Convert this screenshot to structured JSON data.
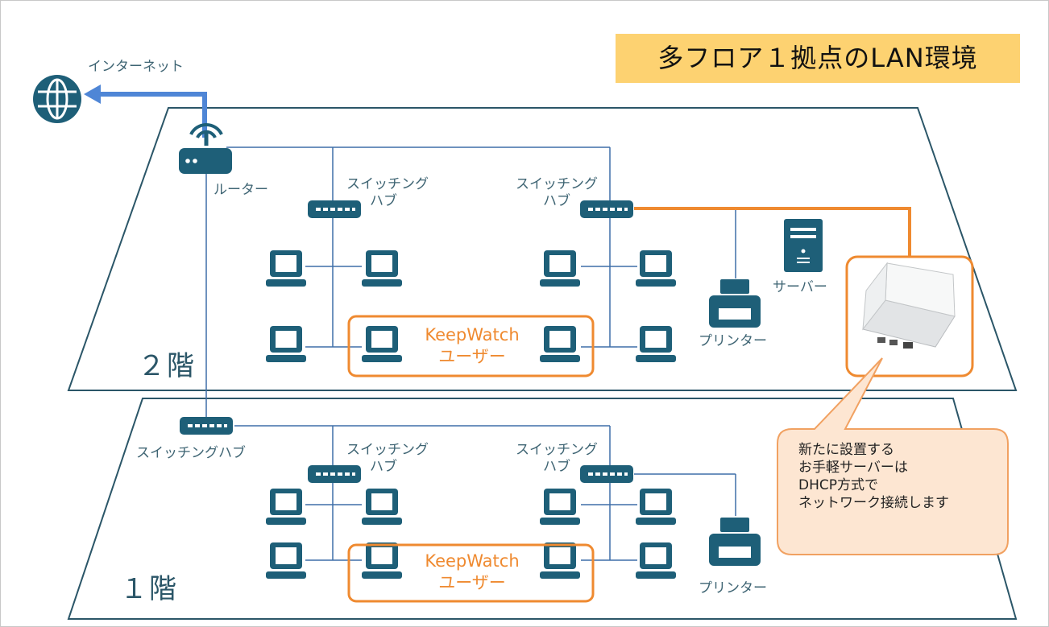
{
  "title": "多フロア１拠点のLAN環境",
  "internet": {
    "label": "インターネット",
    "icon": "globe-icon"
  },
  "floor2": {
    "label": "２階",
    "router_label": "ルーター",
    "hub_left_label": [
      "スイッチング",
      "ハブ"
    ],
    "hub_right_label": [
      "スイッチング",
      "ハブ"
    ],
    "printer_label": "プリンター",
    "server_label": "サーバー",
    "keepwatch_label": [
      "KeepWatch",
      "ユーザー"
    ]
  },
  "floor1": {
    "label": "１階",
    "main_hub_label": "スイッチングハブ",
    "hub_left_label": [
      "スイッチング",
      "ハブ"
    ],
    "hub_right_label": [
      "スイッチング",
      "ハブ"
    ],
    "printer_label": "プリンター",
    "keepwatch_label": [
      "KeepWatch",
      "ユーザー"
    ]
  },
  "callout": {
    "lines": [
      "新たに設置する",
      "お手軽サーバーは",
      "DHCP方式で",
      "ネットワーク接続します"
    ]
  },
  "colors": {
    "device": "#1e5f78",
    "line": "#3f6fa8",
    "internet_link": "#4f86d6",
    "highlight": "#ef8a30",
    "title_bg": "#fdd271",
    "callout_bg": "#fde6d2"
  }
}
